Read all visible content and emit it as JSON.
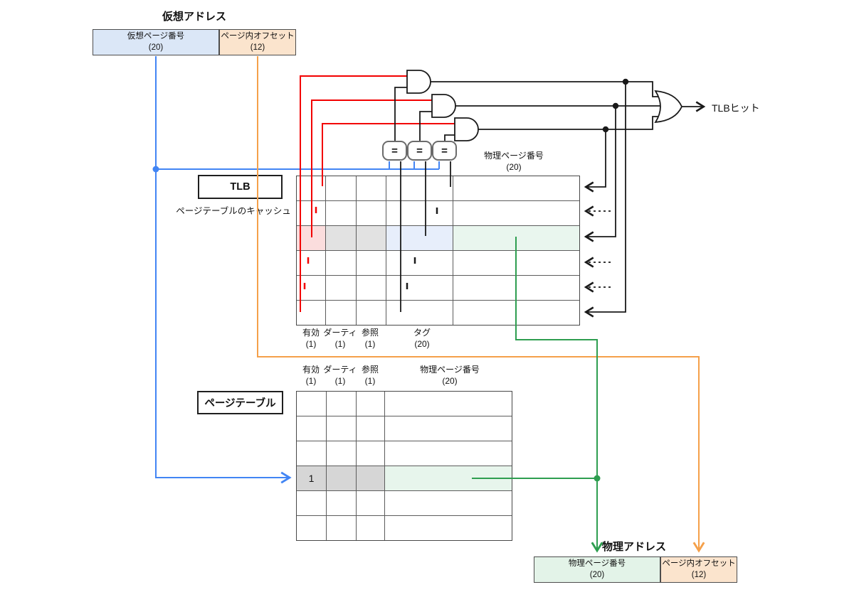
{
  "virtual_address": {
    "title": "仮想アドレス",
    "page_number": {
      "label": "仮想ページ番号",
      "bits": "(20)"
    },
    "offset": {
      "label": "ページ内オフセット",
      "bits": "(12)"
    }
  },
  "tlb": {
    "title": "TLB",
    "subtitle": "ページテーブルのキャッシュ",
    "ppn_header": {
      "label": "物理ページ番号",
      "bits": "(20)"
    },
    "columns": [
      {
        "label": "有効",
        "bits": "(1)"
      },
      {
        "label": "ダーティ",
        "bits": "(1)"
      },
      {
        "label": "参照",
        "bits": "(1)"
      },
      {
        "label": "タグ",
        "bits": "(20)"
      }
    ],
    "row_count": 6,
    "highlighted_row": 3,
    "abbreviated_rows": [
      2,
      4,
      5
    ]
  },
  "comparators": {
    "symbol": "="
  },
  "tlb_hit": {
    "label": "TLBヒット"
  },
  "page_table": {
    "title": "ページテーブル",
    "columns": [
      {
        "label": "有効",
        "bits": "(1)"
      },
      {
        "label": "ダーティ",
        "bits": "(1)"
      },
      {
        "label": "参照",
        "bits": "(1)"
      },
      {
        "label": "物理ページ番号",
        "bits": "(20)"
      }
    ],
    "row_count": 6,
    "highlighted_row": 4,
    "valid_value": "1"
  },
  "physical_address": {
    "title": "物理アドレス",
    "page_number": {
      "label": "物理ページ番号",
      "bits": "(20)"
    },
    "offset": {
      "label": "ページ内オフセット",
      "bits": "(12)"
    }
  },
  "colors": {
    "wire_blue": "#4285f4",
    "wire_orange": "#f5a04a",
    "wire_green": "#2e9e50",
    "wire_red": "#f20000",
    "wire_black": "#1a1a1a",
    "box_blue": "#dbe7f7",
    "box_orange": "#fbe4cd",
    "box_green": "#e3f3e8",
    "cell_pink": "#fbdddd",
    "cell_gray": "#e2e2e2",
    "cell_blue": "#e7eefb",
    "cell_green": "#e9f6ee"
  }
}
